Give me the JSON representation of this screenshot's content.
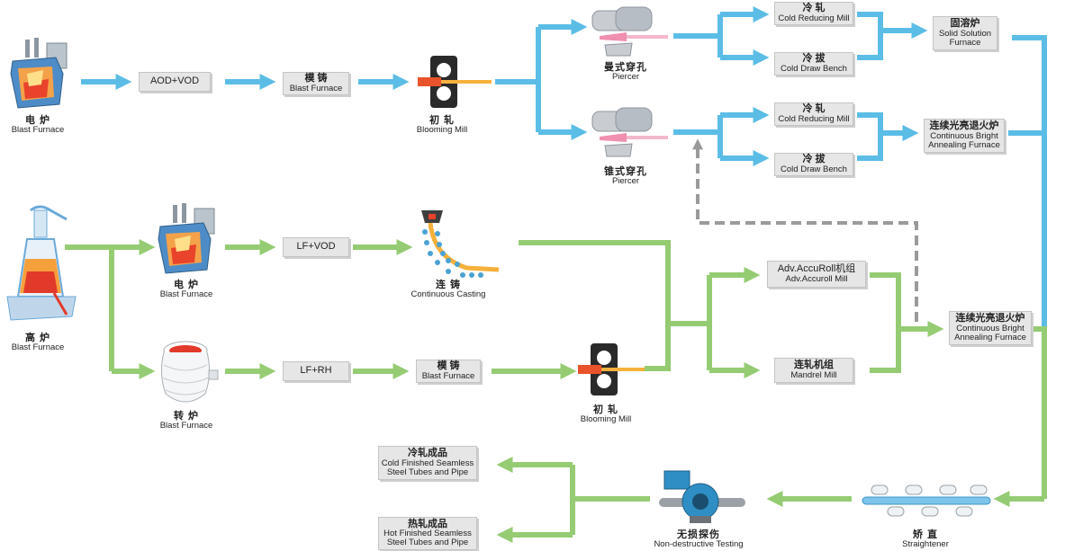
{
  "colors": {
    "blue_line": "#5bbde6",
    "green_line": "#95cc73",
    "dashed_line": "#9a9a9a",
    "box_fill": "#e6e6e6"
  },
  "labels": {
    "electric_furnace_top": {
      "zh": "电 炉",
      "en": "Blast Furnace"
    },
    "blooming_mill_top": {
      "zh": "初 轧",
      "en": "Blooming Mill"
    },
    "piercer_1": {
      "zh": "曼式穿孔",
      "en": "Piercer"
    },
    "piercer_2": {
      "zh": "锥式穿孔",
      "en": "Piercer"
    },
    "blast_furnace": {
      "zh": "高 炉",
      "en": "Blast Furnace"
    },
    "electric_furnace_mid": {
      "zh": "电 炉",
      "en": "Blast Furnace"
    },
    "converter": {
      "zh": "转 炉",
      "en": "Blast Furnace"
    },
    "continuous_casting": {
      "zh": "连 铸",
      "en": "Continuous Casting"
    },
    "blooming_mill_bottom": {
      "zh": "初 轧",
      "en": "Blooming Mill"
    },
    "ndt": {
      "zh": "无损探伤",
      "en": "Non-destructive Testing"
    },
    "straightener": {
      "zh": "矫 直",
      "en": "Straightener"
    }
  },
  "boxes": {
    "aod_vod": {
      "text": "AOD+VOD"
    },
    "casting_top": {
      "zh": "模 铸",
      "en": "Blast Furnace"
    },
    "cold_reducing_1": {
      "zh": "冷 轧",
      "en": "Cold Reducing Mill"
    },
    "cold_draw_1": {
      "zh": "冷 拔",
      "en": "Cold Draw Bench"
    },
    "cold_reducing_2": {
      "zh": "冷 轧",
      "en": "Cold Reducing Mill"
    },
    "cold_draw_2": {
      "zh": "冷 拔",
      "en": "Cold Draw Bench"
    },
    "solid_solution": {
      "zh": "固溶炉",
      "en1": "Solid Solution",
      "en2": "Furnace"
    },
    "annealing_1": {
      "zh": "连续光亮退火炉",
      "en1": "Continuous Bright",
      "en2": "Annealing Furnace"
    },
    "lf_vod": {
      "text": "LF+VOD"
    },
    "lf_rh": {
      "text": "LF+RH"
    },
    "casting_bottom": {
      "zh": "模 铸",
      "en": "Blast Furnace"
    },
    "accuroll": {
      "zh": "Adv.AccuRoll机组",
      "en": "Adv.Accuroll Mill"
    },
    "mandrel": {
      "zh": "连轧机组",
      "en": "Mandrel Mill"
    },
    "annealing_2": {
      "zh": "连续光亮退火炉",
      "en1": "Continuous Bright",
      "en2": "Annealing Furnace"
    },
    "cold_finished": {
      "zh": "冷轧成品",
      "en1": "Cold Finished Seamless",
      "en2": "Steel Tubes and Pipe"
    },
    "hot_finished": {
      "zh": "热轧成品",
      "en1": "Hot Finished Seamless",
      "en2": "Steel Tubes and Pipe"
    }
  }
}
